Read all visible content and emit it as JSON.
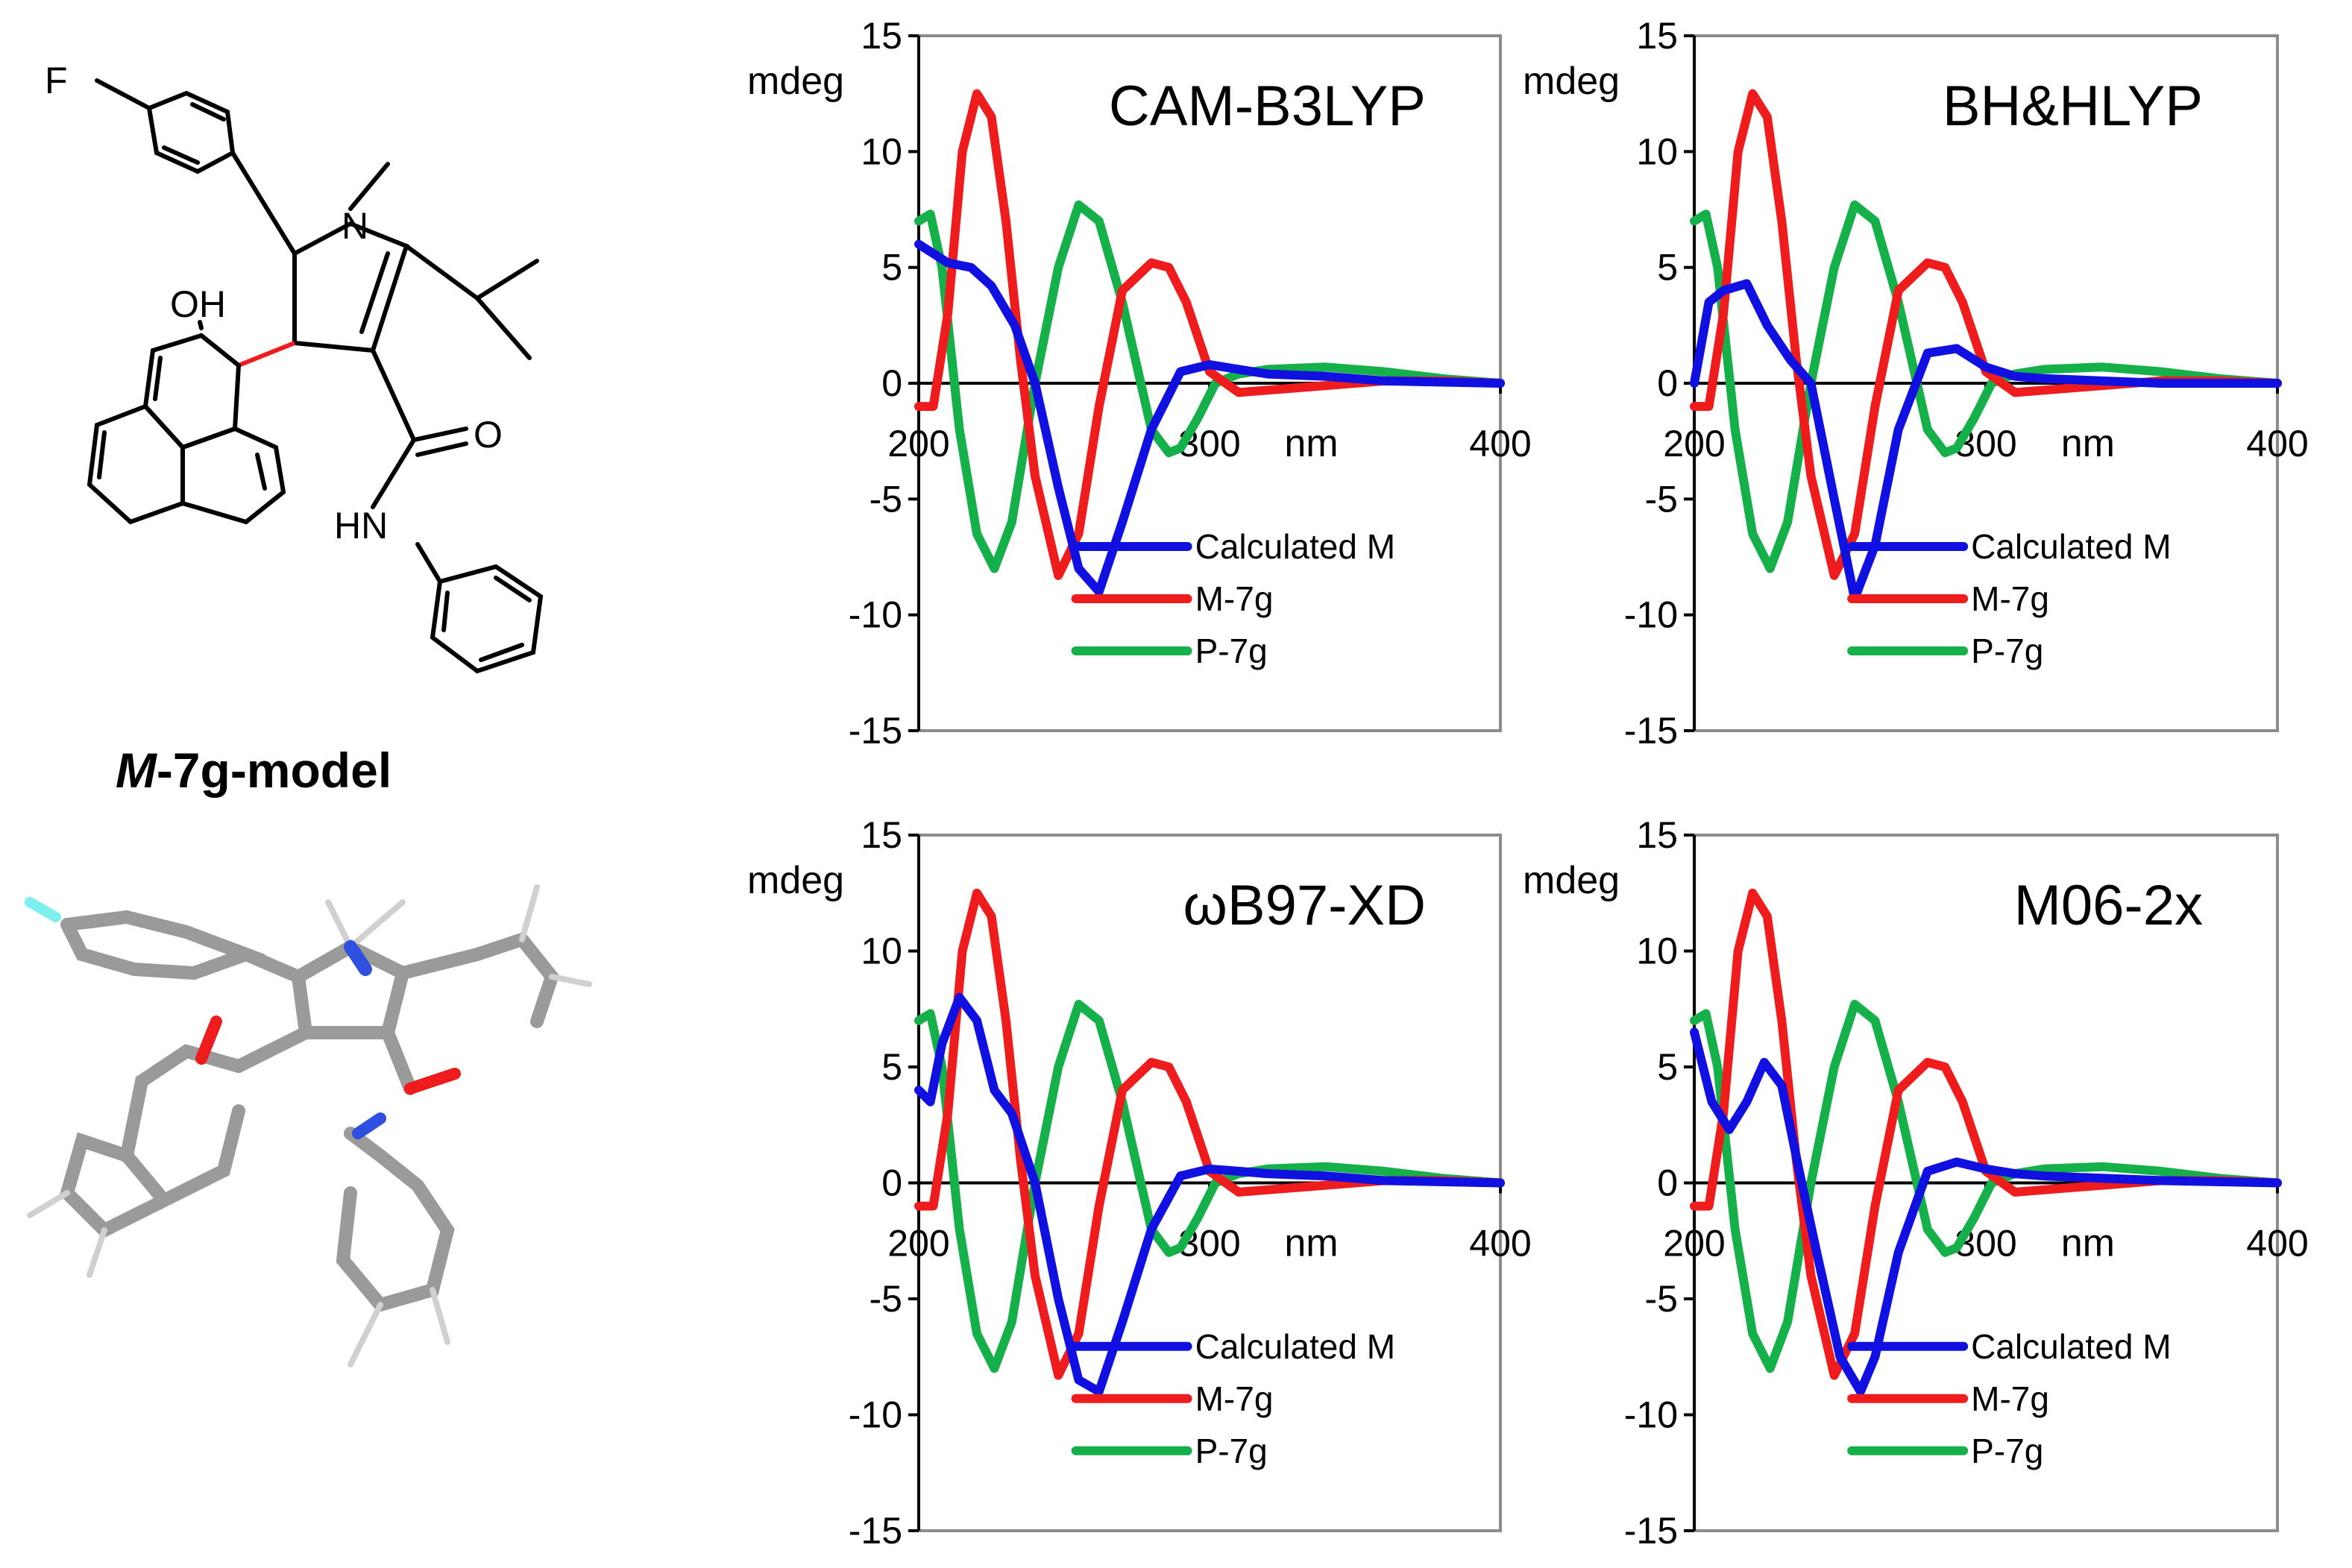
{
  "molecule": {
    "title_prefix": "M",
    "title_rest": "-7g-model",
    "atom_labels": {
      "F": "F",
      "N": "N",
      "OH": "OH",
      "O": "O",
      "HN": "HN"
    }
  },
  "colors": {
    "calculated": "#1010e0",
    "m7g": "#ee1c1c",
    "p7g": "#16b04a",
    "axis": "#000000",
    "frame": "#8c8c8c"
  },
  "chart_data": [
    {
      "type": "line",
      "title": "CAM-B3LYP",
      "ylabel": "mdeg",
      "xlabel": "nm",
      "xlim": [
        200,
        400
      ],
      "ylim": [
        -15,
        15
      ],
      "x_ticks": [
        200,
        300,
        400
      ],
      "y_ticks": [
        15,
        10,
        5,
        0,
        -5,
        -10,
        -15
      ],
      "legend": "bottom-right",
      "series": [
        {
          "name": "Calculated M",
          "x": [
            200,
            210,
            218,
            225,
            233,
            240,
            248,
            255,
            262,
            270,
            280,
            290,
            300,
            310,
            320,
            340,
            360,
            400
          ],
          "y": [
            6,
            5.2,
            5,
            4.2,
            2.5,
            0,
            -4.5,
            -8,
            -9,
            -6,
            -2,
            0.5,
            0.8,
            0.6,
            0.4,
            0.3,
            0.1,
            0
          ]
        },
        {
          "name": "M-7g",
          "x": [
            200,
            205,
            210,
            215,
            220,
            225,
            230,
            235,
            240,
            248,
            255,
            262,
            270,
            280,
            286,
            292,
            300,
            310,
            320,
            340,
            360,
            380,
            400
          ],
          "y": [
            -1,
            -1,
            3,
            10,
            12.5,
            11.5,
            7,
            1,
            -4,
            -8.3,
            -6.5,
            -1,
            4,
            5.2,
            5,
            3.5,
            0.5,
            -0.4,
            -0.3,
            -0.1,
            0.1,
            0.1,
            0
          ]
        },
        {
          "name": "P-7g",
          "x": [
            200,
            204,
            208,
            214,
            220,
            226,
            232,
            240,
            248,
            255,
            262,
            270,
            280,
            286,
            290,
            296,
            302,
            310,
            320,
            340,
            360,
            380,
            400
          ],
          "y": [
            7,
            7.3,
            5,
            -2,
            -6.5,
            -8,
            -6,
            0,
            5,
            7.7,
            7,
            3.5,
            -2,
            -3,
            -2.8,
            -1.5,
            0,
            0.4,
            0.6,
            0.7,
            0.5,
            0.2,
            0
          ]
        }
      ]
    },
    {
      "type": "line",
      "title": "BH&HLYP",
      "ylabel": "mdeg",
      "xlabel": "nm",
      "xlim": [
        200,
        400
      ],
      "ylim": [
        -15,
        15
      ],
      "x_ticks": [
        200,
        300,
        400
      ],
      "y_ticks": [
        15,
        10,
        5,
        0,
        -5,
        -10,
        -15
      ],
      "legend": "bottom-right",
      "series": [
        {
          "name": "Calculated M",
          "x": [
            200,
            205,
            210,
            218,
            225,
            233,
            240,
            248,
            255,
            262,
            270,
            280,
            290,
            300,
            310,
            320,
            340,
            360,
            400
          ],
          "y": [
            0,
            3.5,
            4,
            4.3,
            2.5,
            1,
            0,
            -5,
            -9.3,
            -7,
            -2,
            1.3,
            1.5,
            0.7,
            0.3,
            0.2,
            0.1,
            0,
            0
          ]
        },
        {
          "name": "M-7g",
          "x": [
            200,
            205,
            210,
            215,
            220,
            225,
            230,
            235,
            240,
            248,
            255,
            262,
            270,
            280,
            286,
            292,
            300,
            310,
            320,
            340,
            360,
            380,
            400
          ],
          "y": [
            -1,
            -1,
            3,
            10,
            12.5,
            11.5,
            7,
            1,
            -4,
            -8.3,
            -6.5,
            -1,
            4,
            5.2,
            5,
            3.5,
            0.5,
            -0.4,
            -0.3,
            -0.1,
            0.1,
            0.1,
            0
          ]
        },
        {
          "name": "P-7g",
          "x": [
            200,
            204,
            208,
            214,
            220,
            226,
            232,
            240,
            248,
            255,
            262,
            270,
            280,
            286,
            290,
            296,
            302,
            310,
            320,
            340,
            360,
            380,
            400
          ],
          "y": [
            7,
            7.3,
            5,
            -2,
            -6.5,
            -8,
            -6,
            0,
            5,
            7.7,
            7,
            3.5,
            -2,
            -3,
            -2.8,
            -1.5,
            0,
            0.4,
            0.6,
            0.7,
            0.5,
            0.2,
            0
          ]
        }
      ]
    },
    {
      "type": "line",
      "title": "ωB97-XD",
      "ylabel": "mdeg",
      "xlabel": "nm",
      "xlim": [
        200,
        400
      ],
      "ylim": [
        -15,
        15
      ],
      "x_ticks": [
        200,
        300,
        400
      ],
      "y_ticks": [
        15,
        10,
        5,
        0,
        -5,
        -10,
        -15
      ],
      "legend": "bottom-right",
      "series": [
        {
          "name": "Calculated M",
          "x": [
            200,
            204,
            208,
            214,
            220,
            226,
            232,
            240,
            248,
            255,
            262,
            270,
            280,
            290,
            300,
            310,
            320,
            340,
            360,
            400
          ],
          "y": [
            4,
            3.5,
            6,
            8,
            7,
            4,
            3,
            0,
            -5,
            -8.5,
            -9,
            -6,
            -2,
            0.3,
            0.6,
            0.5,
            0.4,
            0.3,
            0.1,
            0
          ]
        },
        {
          "name": "M-7g",
          "x": [
            200,
            205,
            210,
            215,
            220,
            225,
            230,
            235,
            240,
            248,
            255,
            262,
            270,
            280,
            286,
            292,
            300,
            310,
            320,
            340,
            360,
            380,
            400
          ],
          "y": [
            -1,
            -1,
            3,
            10,
            12.5,
            11.5,
            7,
            1,
            -4,
            -8.3,
            -6.5,
            -1,
            4,
            5.2,
            5,
            3.5,
            0.5,
            -0.4,
            -0.3,
            -0.1,
            0.1,
            0.1,
            0
          ]
        },
        {
          "name": "P-7g",
          "x": [
            200,
            204,
            208,
            214,
            220,
            226,
            232,
            240,
            248,
            255,
            262,
            270,
            280,
            286,
            290,
            296,
            302,
            310,
            320,
            340,
            360,
            380,
            400
          ],
          "y": [
            7,
            7.3,
            5,
            -2,
            -6.5,
            -8,
            -6,
            0,
            5,
            7.7,
            7,
            3.5,
            -2,
            -3,
            -2.8,
            -1.5,
            0,
            0.4,
            0.6,
            0.7,
            0.5,
            0.2,
            0
          ]
        }
      ]
    },
    {
      "type": "line",
      "title": "M06-2x",
      "ylabel": "mdeg",
      "xlabel": "nm",
      "xlim": [
        200,
        400
      ],
      "ylim": [
        -15,
        15
      ],
      "x_ticks": [
        200,
        300,
        400
      ],
      "y_ticks": [
        15,
        10,
        5,
        0,
        -5,
        -10,
        -15
      ],
      "legend": "bottom-right",
      "series": [
        {
          "name": "Calculated M",
          "x": [
            200,
            206,
            212,
            218,
            224,
            230,
            236,
            242,
            250,
            257,
            262,
            270,
            280,
            290,
            300,
            310,
            320,
            340,
            360,
            400
          ],
          "y": [
            6.5,
            3.5,
            2.3,
            3.5,
            5.2,
            4.2,
            0.5,
            -3,
            -7.5,
            -9,
            -7.5,
            -3,
            0.5,
            0.9,
            0.6,
            0.4,
            0.3,
            0.2,
            0.1,
            0
          ]
        },
        {
          "name": "M-7g",
          "x": [
            200,
            205,
            210,
            215,
            220,
            225,
            230,
            235,
            240,
            248,
            255,
            262,
            270,
            280,
            286,
            292,
            300,
            310,
            320,
            340,
            360,
            380,
            400
          ],
          "y": [
            -1,
            -1,
            3,
            10,
            12.5,
            11.5,
            7,
            1,
            -4,
            -8.3,
            -6.5,
            -1,
            4,
            5.2,
            5,
            3.5,
            0.5,
            -0.4,
            -0.3,
            -0.1,
            0.1,
            0.1,
            0
          ]
        },
        {
          "name": "P-7g",
          "x": [
            200,
            204,
            208,
            214,
            220,
            226,
            232,
            240,
            248,
            255,
            262,
            270,
            280,
            286,
            290,
            296,
            302,
            310,
            320,
            340,
            360,
            380,
            400
          ],
          "y": [
            7,
            7.3,
            5,
            -2,
            -6.5,
            -8,
            -6,
            0,
            5,
            7.7,
            7,
            3.5,
            -2,
            -3,
            -2.8,
            -1.5,
            0,
            0.4,
            0.6,
            0.7,
            0.5,
            0.2,
            0
          ]
        }
      ]
    }
  ]
}
